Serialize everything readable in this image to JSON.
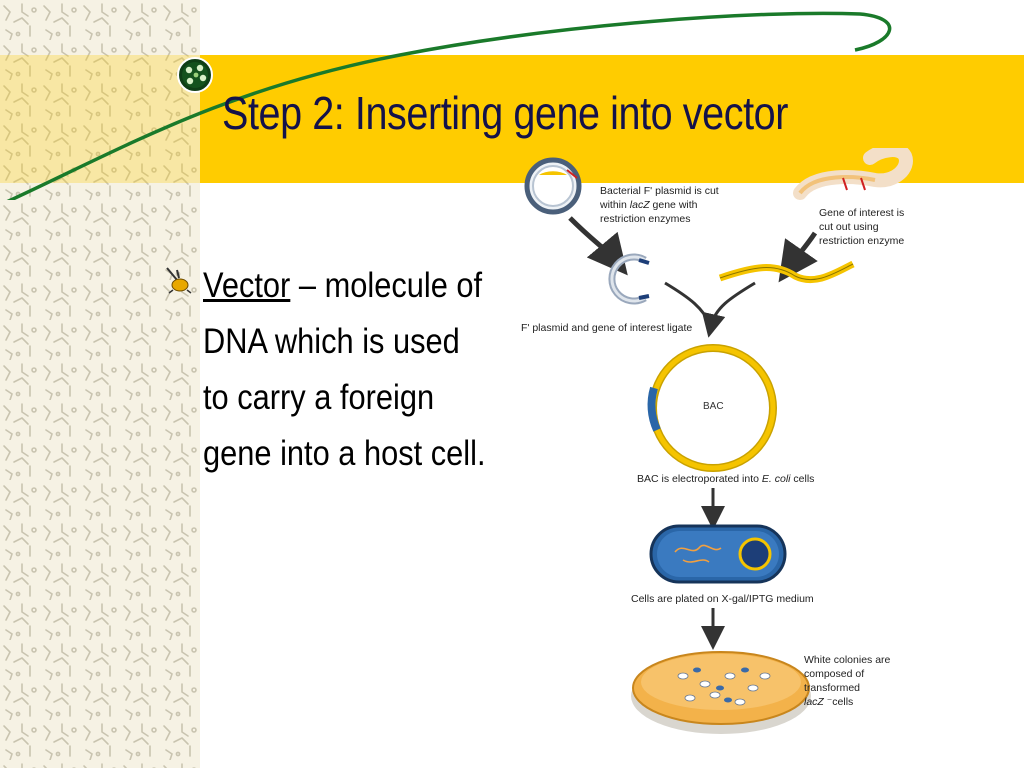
{
  "slide": {
    "title": "Step 2: Inserting gene into vector",
    "bullet": {
      "term": "Vector",
      "definition": " – molecule of DNA which is used to carry a foreign gene into a host cell."
    }
  },
  "diagram": {
    "labels": {
      "plasmid_cut_1": "Bacterial F' plasmid is cut",
      "plasmid_cut_2": "within",
      "plasmid_cut_2_em": "lacZ",
      "plasmid_cut_2_rest": " gene with",
      "plasmid_cut_3": "restriction enzymes",
      "gene_cut_1": "Gene of interest is",
      "gene_cut_2": "cut out using",
      "gene_cut_3": "restriction enzyme",
      "ligate": "F' plasmid and gene of interest ligate",
      "bac": "BAC",
      "electroporated_1": "BAC is electroporated into ",
      "electroporated_em": "E. coli",
      "electroporated_2": " cells",
      "plated": "Cells are plated on X-gal/IPTG medium",
      "colonies_1": "White colonies are",
      "colonies_2": "composed of",
      "colonies_3": "transformed",
      "colonies_4_em": "lacZ",
      "colonies_4_rest": " ⁻cells"
    }
  },
  "colors": {
    "title_band": "#ffcc00",
    "title_text": "#14124a",
    "swoosh": "#1a7a2a",
    "plasmid": "#f5c400",
    "cell_blue": "#2a66a8",
    "dish": "#f3b24a"
  }
}
